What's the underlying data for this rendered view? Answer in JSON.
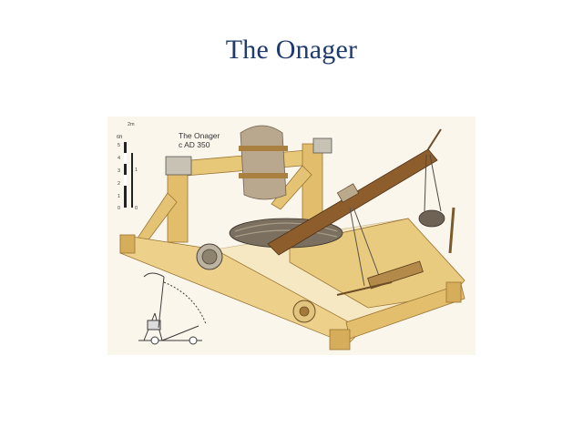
{
  "slide": {
    "title": "The Onager"
  },
  "figure": {
    "caption_line1": "The Onager",
    "caption_line2": "c AD 350",
    "scale": {
      "unit_metric": "2m",
      "unit_imperial": "6ft",
      "ticks_left": [
        "5",
        "4",
        "3",
        "2",
        "1",
        "0"
      ],
      "ticks_right": [
        "1",
        "0"
      ]
    }
  },
  "colors": {
    "title": "#1f3a6e",
    "wood_light": "#e9cc82",
    "wood_mid": "#d9b35c",
    "wood_dark": "#b88c3a",
    "arm": "#8a5a2b",
    "stone": "#b8a58c"
  }
}
